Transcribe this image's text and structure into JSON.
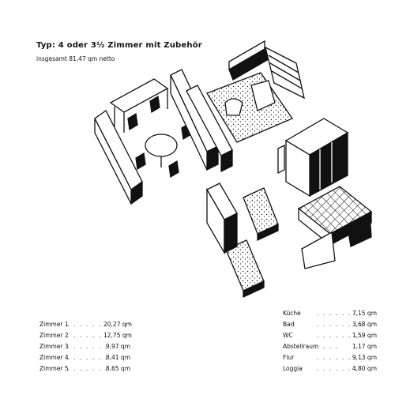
{
  "header": {
    "title": "Typ: 4 oder 3½ Zimmer mit Zubehör",
    "subtitle": "insgesamt 81,47 qm netto"
  },
  "rooms_left": [
    {
      "name": "Zimmer 1",
      "dots": ". . . . . . .",
      "area": "20,27 qm"
    },
    {
      "name": "Zimmer 2",
      "dots": ". . . . . . .",
      "area": "12,75 qm"
    },
    {
      "name": "Zimmer 3",
      "dots": ". . . . . . .",
      "area": "9,97 qm"
    },
    {
      "name": "Zimmer 4",
      "dots": ". . . . . . .",
      "area": "8,41 qm"
    },
    {
      "name": "Zimmer 5",
      "dots": ". . . . . . .",
      "area": "8,65 qm"
    }
  ],
  "rooms_right": [
    {
      "name": "Küche",
      "dots": ". . . . . . .",
      "area": "7,15 qm"
    },
    {
      "name": "Bad",
      "dots": ". . . . . . . .",
      "area": "3,68 qm"
    },
    {
      "name": "WC",
      "dots": ". . . . . . . .",
      "area": "1,59 qm"
    },
    {
      "name": "Abstellraum",
      "dots": ". . . .",
      "area": "1,17 qm"
    },
    {
      "name": "Flur",
      "dots": ". . . . . . . .",
      "area": "9,13 qm"
    },
    {
      "name": "Loggia",
      "dots": ". . . . . . .",
      "area": "4,80 qm"
    }
  ]
}
